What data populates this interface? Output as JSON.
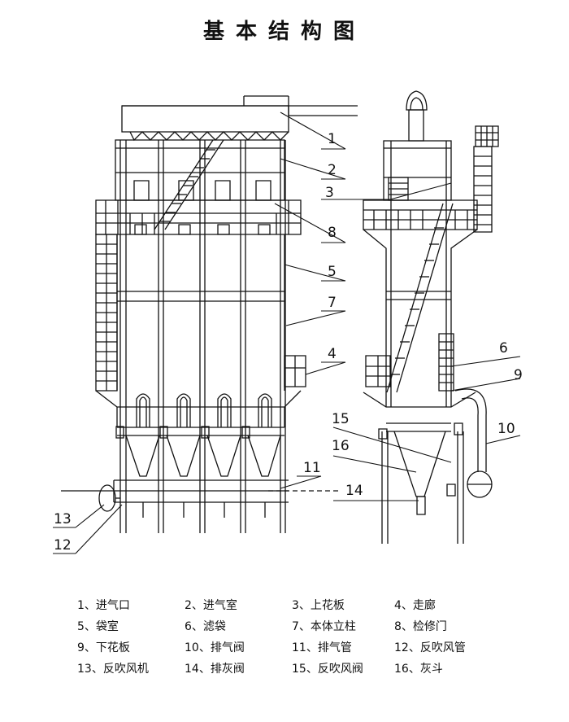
{
  "title": "基本结构图",
  "callouts": [
    "1",
    "2",
    "3",
    "8",
    "5",
    "7",
    "4",
    "11",
    "13",
    "12",
    "6",
    "9",
    "10",
    "15",
    "16",
    "14"
  ],
  "legend": [
    {
      "num": "1、",
      "label": "进气口"
    },
    {
      "num": "2、",
      "label": "进气室"
    },
    {
      "num": "3、",
      "label": "上花板"
    },
    {
      "num": "4、",
      "label": "走廊"
    },
    {
      "num": "5、",
      "label": "袋室"
    },
    {
      "num": "6、",
      "label": "滤袋"
    },
    {
      "num": "7、",
      "label": "本体立柱"
    },
    {
      "num": "8、",
      "label": "检修门"
    },
    {
      "num": "9、",
      "label": "下花板"
    },
    {
      "num": "10、",
      "label": "排气阀"
    },
    {
      "num": "11、",
      "label": "排气管"
    },
    {
      "num": "12、",
      "label": "反吹风管"
    },
    {
      "num": "13、",
      "label": "反吹风机"
    },
    {
      "num": "14、",
      "label": "排灰阀"
    },
    {
      "num": "15、",
      "label": "反吹风阀"
    },
    {
      "num": "16、",
      "label": "灰斗"
    }
  ]
}
